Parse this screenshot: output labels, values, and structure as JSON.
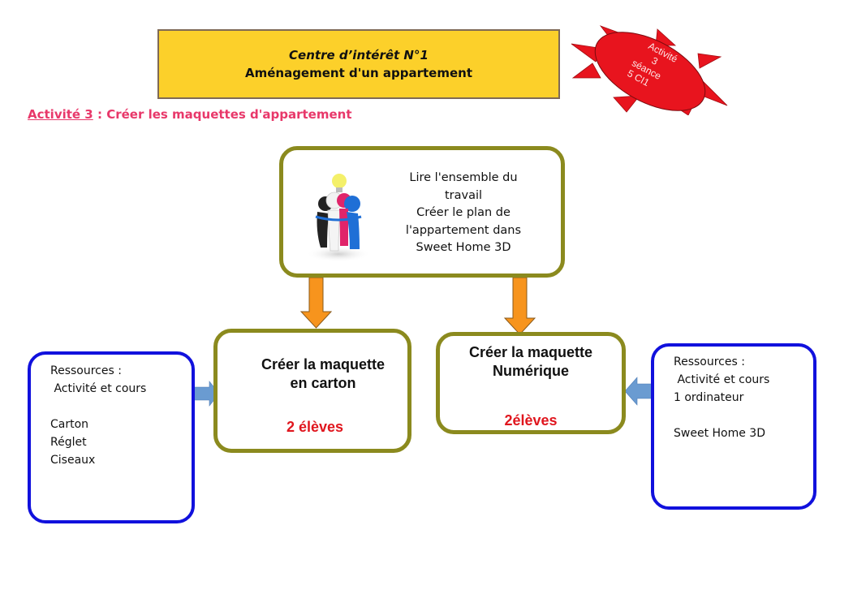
{
  "banner": {
    "line1": "Centre d’intérêt N°1",
    "line2": "Aménagement d'un appartement",
    "fill_color": "#fcd02a"
  },
  "badge": {
    "lines": [
      "Activité",
      "3",
      "séance",
      "5 CI1"
    ],
    "color": "#e8141e"
  },
  "activity_heading": {
    "label": "Activité 3",
    "separator": " : ",
    "title": "Créer les maquettes d'appartement",
    "color": "#e8386a"
  },
  "top_box": {
    "icon": "teamwork-lightbulb-illustration",
    "lines": [
      "Lire l'ensemble du",
      "travail",
      "Créer le plan de",
      "l'appartement dans",
      "Sweet Home 3D"
    ]
  },
  "carton_box": {
    "title_lines": [
      "Créer la maquette",
      "en carton"
    ],
    "students": "2 élèves"
  },
  "numeric_box": {
    "title_lines": [
      "Créer la maquette",
      "Numérique"
    ],
    "students": "2élèves"
  },
  "resources_left": {
    "lines": [
      "Ressources :",
      " Activité et cours",
      "",
      "Carton",
      "Réglet",
      "Ciseaux"
    ]
  },
  "resources_right": {
    "lines": [
      "Ressources :",
      " Activité et cours",
      "1 ordinateur",
      "",
      "Sweet Home 3D"
    ]
  },
  "colors": {
    "olive_border": "#8b8a1e",
    "blue_border": "#1111dd",
    "down_arrow": "#f7941d",
    "side_arrow": "#6a9bd1",
    "students_text": "#e0161e"
  }
}
